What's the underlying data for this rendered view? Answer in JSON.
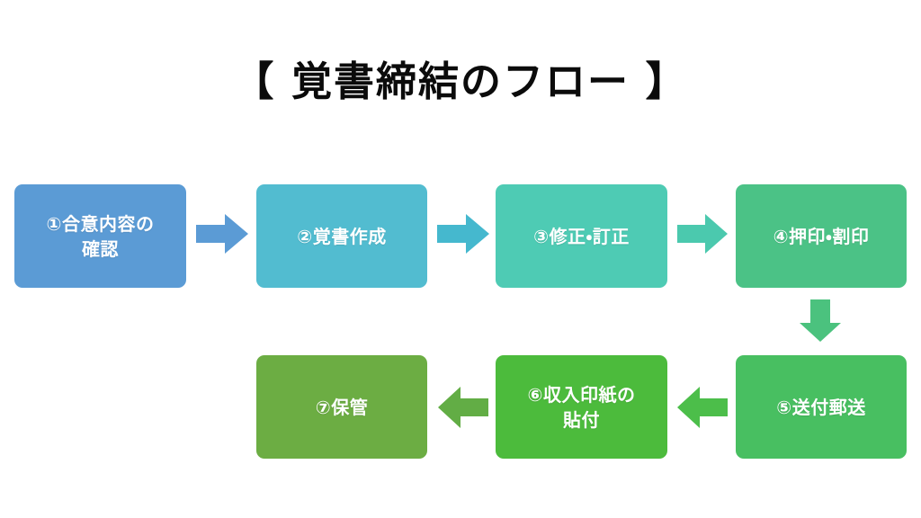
{
  "page": {
    "background_color": "#ffffff",
    "title": "【 覚書締結のフロー 】",
    "title_color": "#0b0b0b"
  },
  "flow": {
    "steps": [
      {
        "id": "step-1",
        "label": "①合意内容の\n確認",
        "label_line1": "①合意内容の",
        "label_line2": "確認",
        "color": "#5B9BD5",
        "row": "top",
        "order": 1
      },
      {
        "id": "step-2",
        "label": "②覚書作成",
        "color": "#52BCD0",
        "row": "top",
        "order": 2
      },
      {
        "id": "step-3",
        "label": "③修正・訂正",
        "color": "#4ECBB4",
        "row": "top",
        "order": 3
      },
      {
        "id": "step-4",
        "label": "④押印・割印",
        "color": "#4BC286",
        "row": "top",
        "order": 4
      },
      {
        "id": "step-5",
        "label": "⑤送付郵送",
        "color": "#48BF61",
        "row": "bottom",
        "order": 5
      },
      {
        "id": "step-6",
        "label_line1": "⑥収入印紙の",
        "label_line2": "貼付",
        "label": "⑥収入印紙の\n貼付",
        "color": "#4CBB3C",
        "row": "bottom",
        "order": 6
      },
      {
        "id": "step-7",
        "label": "⑦保管",
        "color": "#6CAD43",
        "row": "bottom",
        "order": 7
      }
    ],
    "connectors": [
      {
        "id": "arrow-1-to-2",
        "direction": "right",
        "color": "#5B9BD5",
        "from": "step-1",
        "to": "step-2"
      },
      {
        "id": "arrow-2-to-3",
        "direction": "right",
        "color": "#45B8CE",
        "from": "step-2",
        "to": "step-3"
      },
      {
        "id": "arrow-3-to-4",
        "direction": "right",
        "color": "#4BC9AE",
        "from": "step-3",
        "to": "step-4"
      },
      {
        "id": "arrow-4-to-5",
        "direction": "down",
        "color": "#4BC27E",
        "from": "step-4",
        "to": "step-5"
      },
      {
        "id": "arrow-5-to-6",
        "direction": "left",
        "color": "#4CBE4A",
        "from": "step-5",
        "to": "step-6"
      },
      {
        "id": "arrow-6-to-7",
        "direction": "left",
        "color": "#62AD45",
        "from": "step-6",
        "to": "step-7"
      }
    ]
  }
}
